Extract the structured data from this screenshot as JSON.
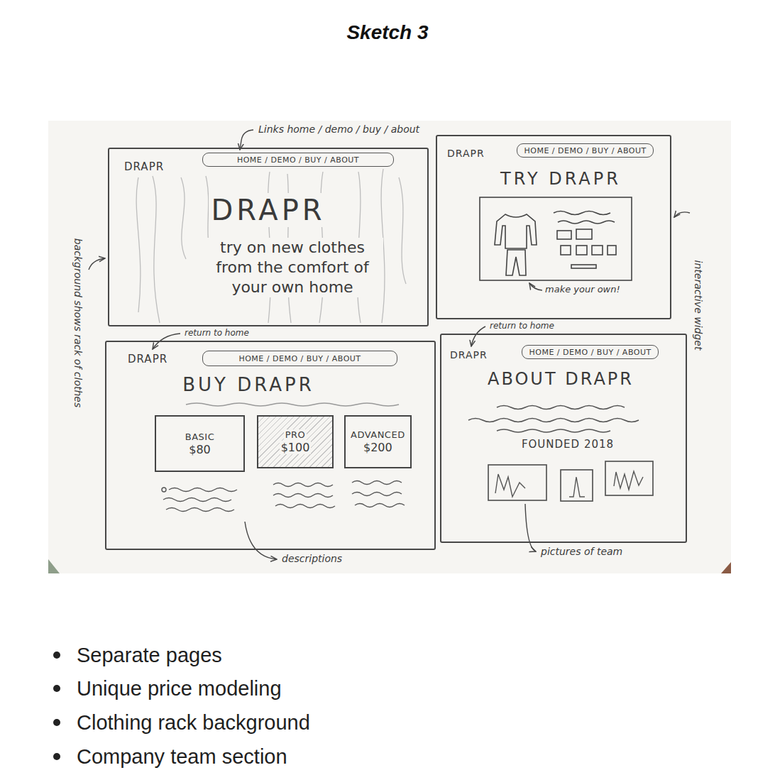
{
  "diagram": {
    "title": "Sketch 3",
    "nodes": [
      {
        "text": [
          "DRAPR",
          "DRAPR",
          "try on new clothes from the comfort of your own home"
        ]
      },
      {
        "text": [
          "HOME / DEMO / BUY / ABOUT"
        ],
        "in": 0
      },
      {
        "text": [
          "DRAPR",
          "TRY DRAPR",
          "make your own!"
        ]
      },
      {
        "text": [
          "HOME / DEMO / BUY / ABOUT"
        ],
        "in": 2
      },
      {
        "text": [
          "DRAPR",
          "BUY DRAPR"
        ]
      },
      {
        "text": [
          "HOME / DEMO / BUY / ABOUT"
        ],
        "in": 4
      },
      {
        "text": [
          "BASIC",
          "$80"
        ],
        "in": 4
      },
      {
        "text": [
          "PRO",
          "$100"
        ],
        "in": 4
      },
      {
        "text": [
          "ADVANCED",
          "$200"
        ],
        "in": 4
      },
      {
        "text": [
          "DRAPR",
          "ABOUT DRAPR",
          "FOUNDED 2018"
        ]
      },
      {
        "text": [
          "HOME / DEMO / BUY / ABOUT"
        ],
        "in": 9
      }
    ],
    "labels": [
      "Links home / demo / buy / about",
      "background shows rack of clothes",
      "interactive widget",
      "return to home",
      "return to home",
      "descriptions",
      "pictures of team",
      "Separate pages",
      "Unique price modeling",
      "Clothing rack background",
      "Company team section"
    ]
  }
}
